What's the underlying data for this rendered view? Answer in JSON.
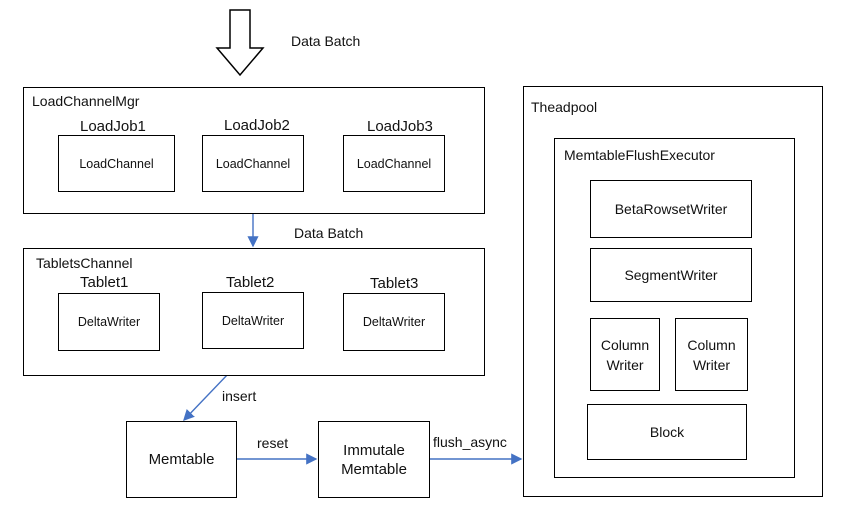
{
  "top": {
    "data_batch_label": "Data Batch"
  },
  "load_channel_mgr": {
    "title": "LoadChannelMgr",
    "jobs": [
      {
        "label": "LoadJob1",
        "channel": "LoadChannel"
      },
      {
        "label": "LoadJob2",
        "channel": "LoadChannel"
      },
      {
        "label": "LoadJob3",
        "channel": "LoadChannel"
      }
    ]
  },
  "middle": {
    "data_batch_label": "Data Batch"
  },
  "tablets_channel": {
    "title": "TabletsChannel",
    "tablets": [
      {
        "label": "Tablet1",
        "writer": "DeltaWriter"
      },
      {
        "label": "Tablet2",
        "writer": "DeltaWriter"
      },
      {
        "label": "Tablet3",
        "writer": "DeltaWriter"
      }
    ]
  },
  "edges": {
    "insert": "insert",
    "reset": "reset",
    "flush_async": "flush_async"
  },
  "memtable": {
    "label": "Memtable"
  },
  "immutable_memtable": {
    "line1": "Immutale",
    "line2": "Memtable"
  },
  "threadpool": {
    "title": "Theadpool",
    "executor": {
      "title": "MemtableFlushExecutor",
      "beta_rowset_writer": "BetaRowsetWriter",
      "segment_writer": "SegmentWriter",
      "column_writers": [
        {
          "line1": "Column",
          "line2": "Writer"
        },
        {
          "line1": "Column",
          "line2": "Writer"
        }
      ],
      "block": "Block"
    }
  }
}
